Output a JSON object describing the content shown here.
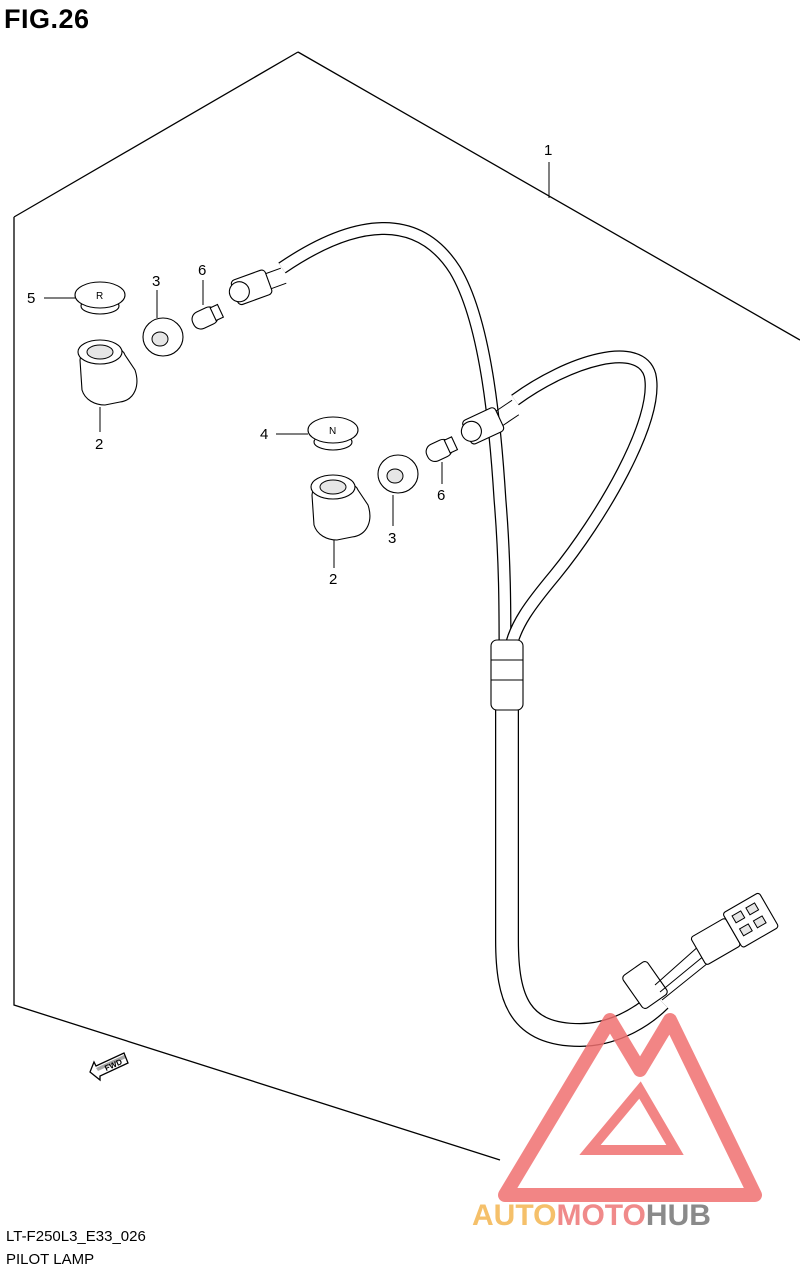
{
  "header": {
    "figure_title": "FIG.26"
  },
  "footer": {
    "diagram_code": "LT-F250L3_E33_026",
    "caption": "PILOT LAMP"
  },
  "direction_marker": {
    "text": "FWD"
  },
  "callouts": {
    "harness": "1",
    "socket_left": "2",
    "socket_right": "2",
    "grommet_left": "3",
    "grommet_right": "3",
    "lens_right": "4",
    "lens_left": "5",
    "bulb_left": "6",
    "bulb_right": "6"
  },
  "lens_marks": {
    "left": "R",
    "right": "N"
  },
  "watermark": {
    "word_a": "AUTO",
    "word_b": "MOTO",
    "word_c": "HUB",
    "color_a": "#f5c06a",
    "color_b": "#f08a8a",
    "color_c": "#8a8a8a",
    "logo_color": "#f07070"
  }
}
